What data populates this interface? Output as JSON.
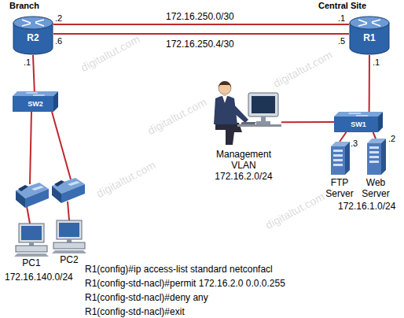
{
  "diagram": {
    "nodes": [
      {
        "text": [
          "R2"
        ]
      },
      {
        "text": [
          "R1"
        ]
      },
      {
        "text": [
          "SW2"
        ]
      },
      {
        "text": [
          "SW1"
        ]
      },
      {
        "text": [
          "Management VLAN 172.16.2.0/24"
        ]
      },
      {
        "text": [
          "FTP Server"
        ]
      },
      {
        "text": [
          "Web Server"
        ]
      },
      {
        "text": [
          "PC1"
        ]
      },
      {
        "text": [
          "PC2"
        ]
      }
    ],
    "edges": [
      {
        "from": 0,
        "to": 1,
        "arrow": "none",
        "label": "172.16.250.0/30"
      },
      {
        "from": 0,
        "to": 1,
        "arrow": "none",
        "label": "172.16.250.4/30"
      },
      {
        "from": 0,
        "to": 2,
        "arrow": "none"
      },
      {
        "from": 1,
        "to": 3,
        "arrow": "none"
      },
      {
        "from": 3,
        "to": 4,
        "arrow": "none"
      },
      {
        "from": 3,
        "to": 5,
        "arrow": "none"
      },
      {
        "from": 3,
        "to": 6,
        "arrow": "none"
      }
    ],
    "labels": [
      "Branch",
      "Central Site",
      ".2",
      ".6",
      ".1",
      ".5",
      ".1",
      ".1",
      ".3",
      ".2",
      "172.16.140.0/24",
      "172.16.1.0/24",
      "R1(config)#ip access-list standard netconfacl",
      "R1(config-std-nacl)#permit 172.16.2.0 0.0.0.255",
      "R1(config-std-nacl)#deny any",
      "R1(config-std-nacl)#exit",
      "digitaltut.com",
      "digitaltut.com",
      "digitaltut.com",
      "digitaltut.com",
      "digitaltut.com"
    ]
  }
}
